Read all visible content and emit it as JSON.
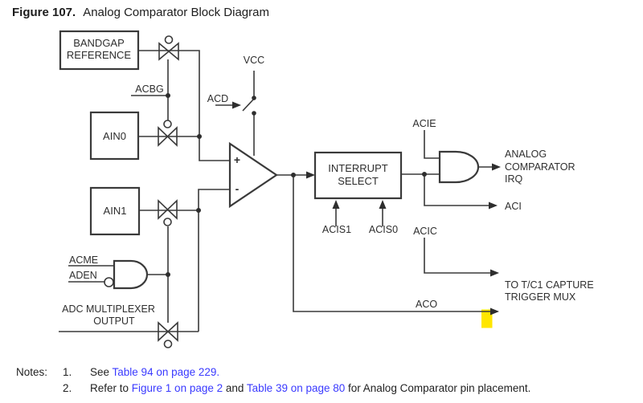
{
  "title": {
    "figure_label": "Figure 107.",
    "figure_title": "Analog Comparator Block Diagram"
  },
  "colors": {
    "link_blue": "#3a3aff",
    "highlight_yellow": "#ffe600",
    "line": "#3a3a3a"
  },
  "diagram": {
    "blocks": {
      "bandgap_line1": "BANDGAP",
      "bandgap_line2": "REFERENCE",
      "ain0": "AIN0",
      "ain1": "AIN1",
      "interrupt_select_line1": "INTERRUPT",
      "interrupt_select_line2": "SELECT"
    },
    "signals": {
      "vcc": "VCC",
      "acd": "ACD",
      "acbg": "ACBG",
      "acie": "ACIE",
      "aci": "ACI",
      "acic": "ACIC",
      "aco": "ACO",
      "acis1": "ACIS1",
      "acis0": "ACIS0",
      "acme": "ACME",
      "aden": "ADEN"
    },
    "labels": {
      "adc_mux_line1": "ADC MULTIPLEXER",
      "adc_mux_line2": "OUTPUT",
      "irq_line1": "ANALOG",
      "irq_line2": "COMPARATOR",
      "irq_line3": "IRQ",
      "capture_line1": "TO T/C1 CAPTURE",
      "capture_line2": "TRIGGER MUX"
    },
    "comparator": {
      "plus": "+",
      "minus": "-"
    }
  },
  "notes": {
    "heading": "Notes:",
    "items": [
      {
        "number": "1.",
        "parts": [
          {
            "text": "See "
          },
          {
            "text": "Table 94 on page 229.",
            "link": true
          }
        ]
      },
      {
        "number": "2.",
        "parts": [
          {
            "text": "Refer to "
          },
          {
            "text": "Figure 1 on page 2",
            "link": true
          },
          {
            "text": " and "
          },
          {
            "text": "Table 39 on page 80",
            "link": true
          },
          {
            "text": " for Analog Comparator pin placement."
          }
        ]
      }
    ]
  }
}
